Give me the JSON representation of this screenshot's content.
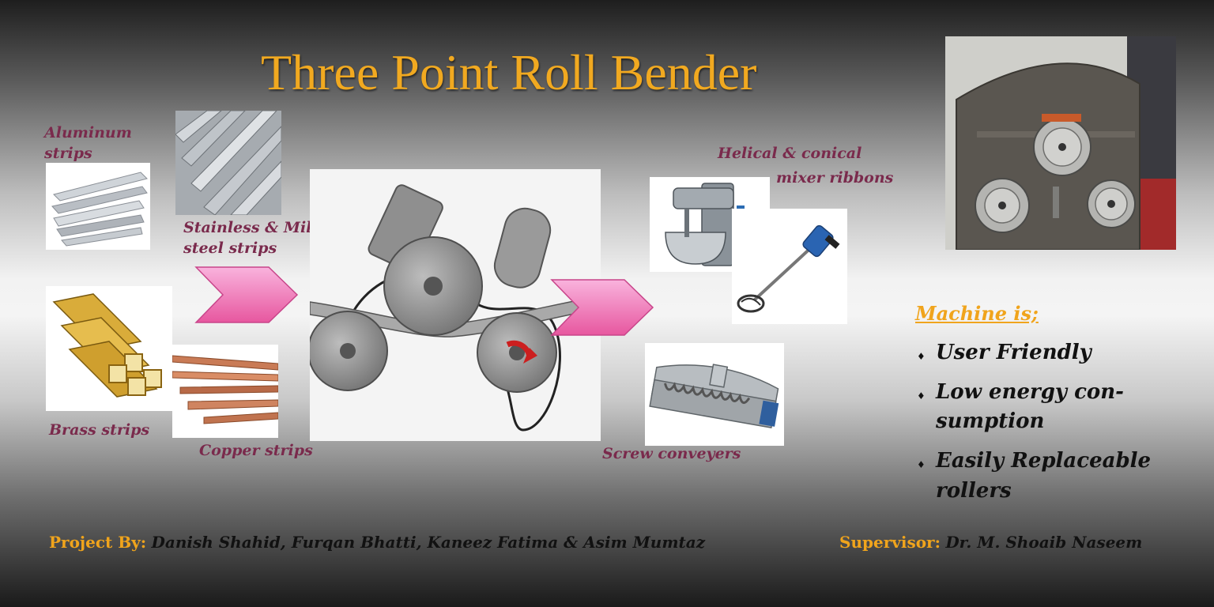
{
  "title": "Three Point Roll Bender",
  "labels": {
    "aluminum_line1": "Aluminum",
    "aluminum_line2": "strips",
    "stainless_line1": "Stainless & Mild",
    "stainless_line2": "steel strips",
    "brass": "Brass strips",
    "copper": "Copper strips",
    "helical_line1": "Helical & conical",
    "helical_line2": "mixer ribbons",
    "screw": "Screw conveyers"
  },
  "features": {
    "heading": "Machine is;",
    "items": [
      {
        "line1": "User Friendly",
        "line2": ""
      },
      {
        "line1": "Low energy con-",
        "line2": "sumption"
      },
      {
        "line1": "Easily Replaceable",
        "line2": "rollers"
      }
    ]
  },
  "footer": {
    "project_key": "Project By:",
    "project_value": "Danish Shahid, Furqan Bhatti, Kaneez Fatima & Asim Mumtaz",
    "supervisor_key": "Supervisor:",
    "supervisor_value": "Dr. M. Shoaib Naseem"
  },
  "colors": {
    "title": "#f1a920",
    "label": "#7a2a4c",
    "arrow": "#f27fc0",
    "accent": "#f0a41c"
  }
}
